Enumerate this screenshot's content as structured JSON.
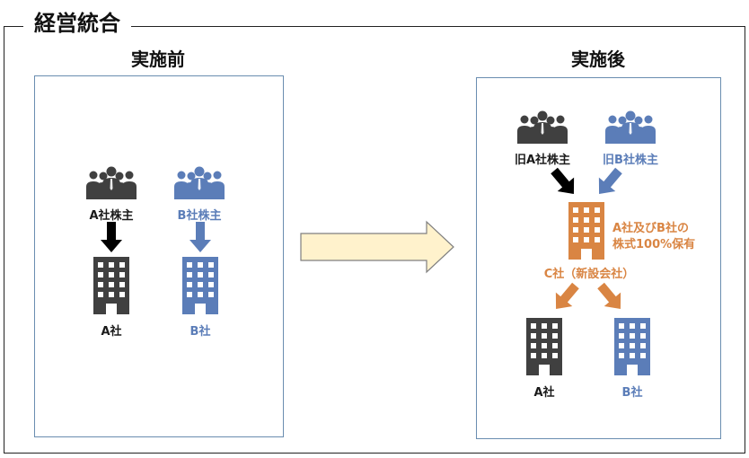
{
  "title": "経営統合",
  "before": {
    "heading": "実施前",
    "shareholder_a": "A社株主",
    "shareholder_b": "B社株主",
    "company_a": "A社",
    "company_b": "B社"
  },
  "after": {
    "heading": "実施後",
    "old_shareholder_a": "旧A社株主",
    "old_shareholder_b": "旧B社株主",
    "holding_note_line1": "A社及びB社の",
    "holding_note_line2": "株式100%保有",
    "company_c": "C社（新設会社）",
    "company_a": "A社",
    "company_b": "B社"
  },
  "colors": {
    "dark": "#404040",
    "blue": "#5b7db8",
    "orange": "#d98543",
    "panel_border": "#6a8db0",
    "arrow_fill": "#fff2cc"
  },
  "icons": [
    "people-group-icon",
    "building-icon",
    "arrow-down-icon",
    "arrow-right-icon"
  ]
}
